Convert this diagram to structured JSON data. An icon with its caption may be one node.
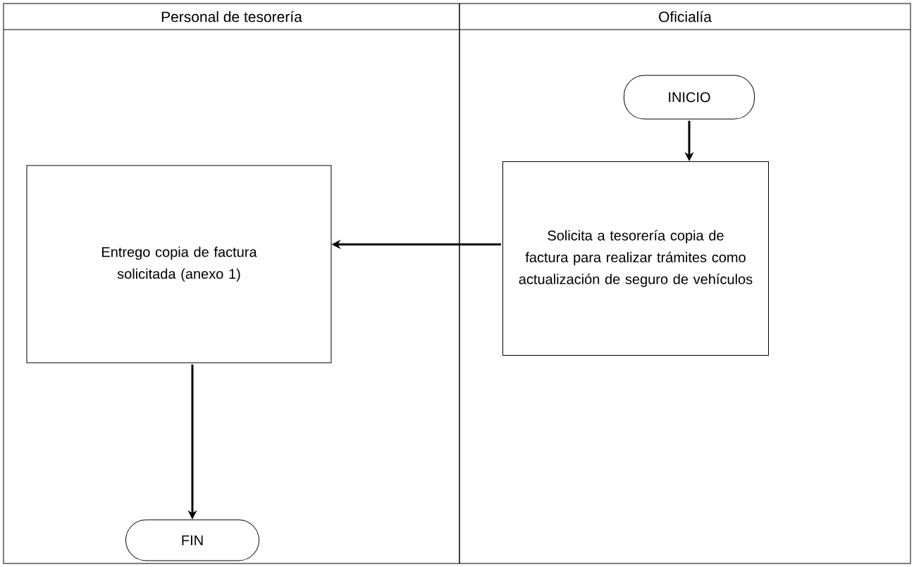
{
  "diagram": {
    "nodes": [
      {
        "text": [
          "Personal de tesorería"
        ]
      },
      {
        "text": [
          "Oficialía"
        ]
      },
      {
        "text": [
          "INICIO"
        ],
        "in": 1
      },
      {
        "text": [
          "Solicita a tesorería copia de factura para realizar trámites como actualización de seguro de vehículos"
        ],
        "in": 1
      },
      {
        "text": [
          "Entrego copia de factura solicitada (anexo 1)"
        ],
        "in": 0
      },
      {
        "text": [
          "FIN"
        ],
        "in": 0
      }
    ],
    "edges": [
      {
        "from": 2,
        "to": 3,
        "arrow": "to"
      },
      {
        "from": 3,
        "to": 4,
        "arrow": "to"
      },
      {
        "from": 4,
        "to": 5,
        "arrow": "to"
      }
    ]
  }
}
